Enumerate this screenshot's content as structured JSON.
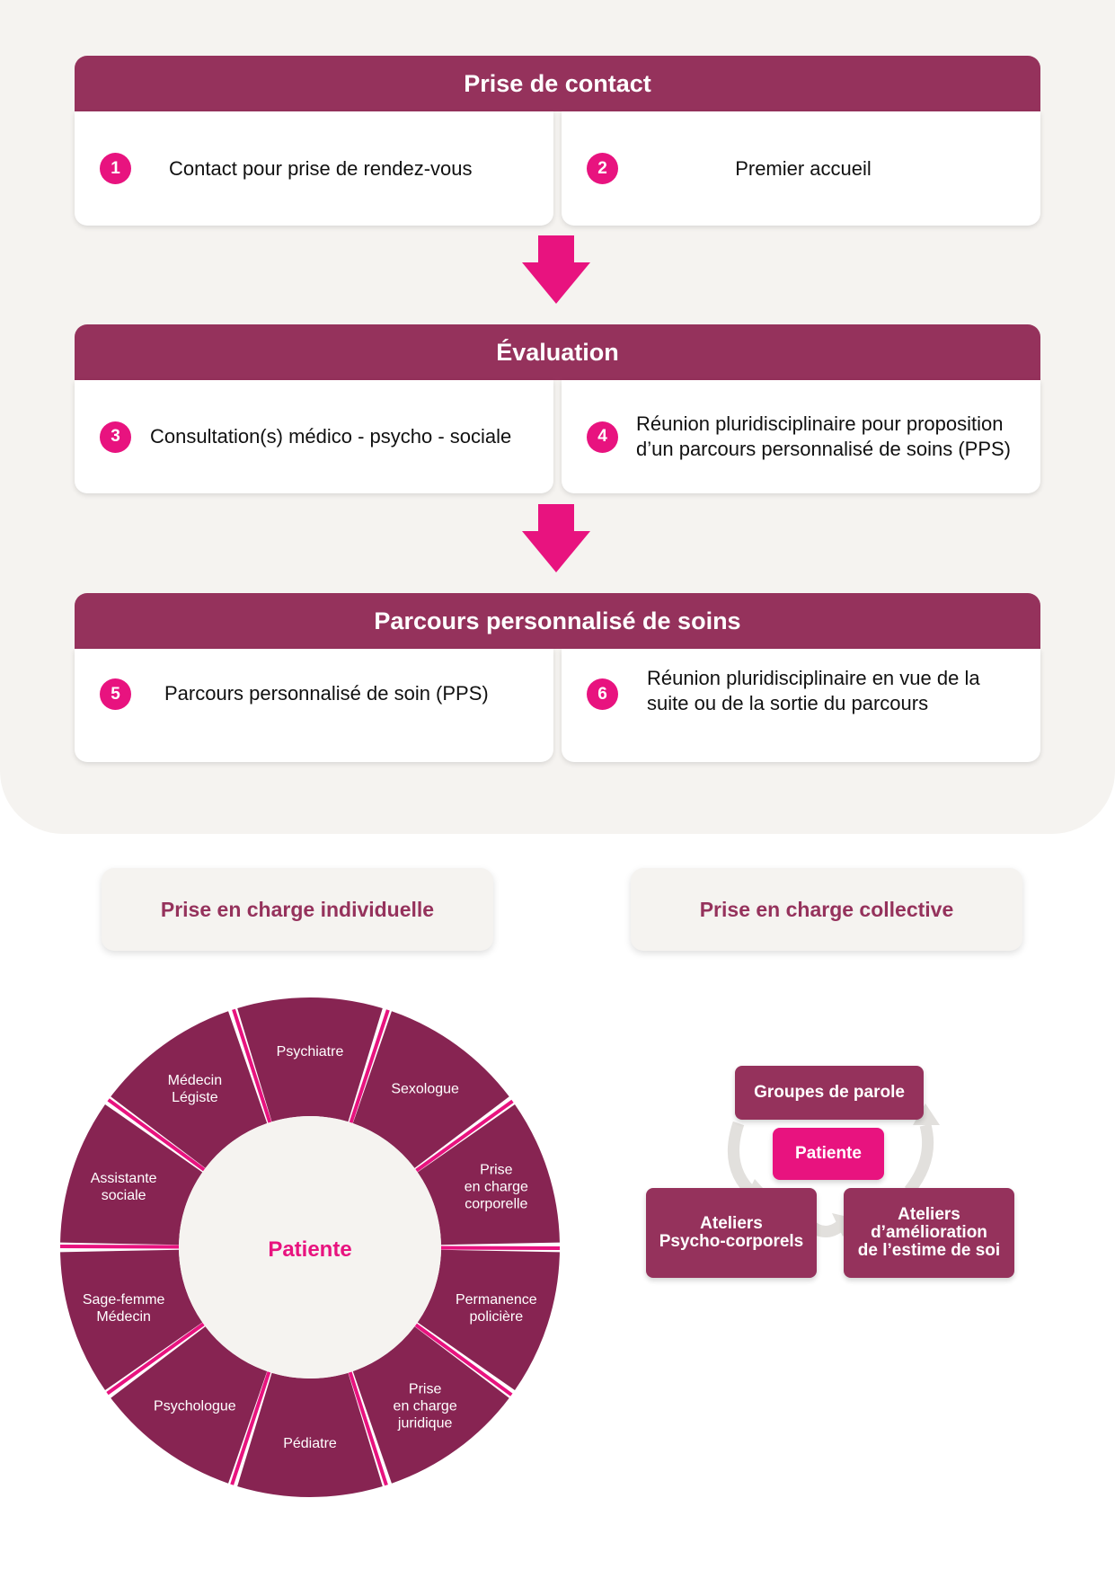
{
  "sections": [
    {
      "title": "Prise de contact",
      "steps": [
        {
          "num": "1",
          "text": "Contact pour prise de rendez-vous"
        },
        {
          "num": "2",
          "text": "Premier accueil"
        }
      ]
    },
    {
      "title": "Évaluation",
      "steps": [
        {
          "num": "3",
          "text": "Consultation(s) médico - psycho - sociale"
        },
        {
          "num": "4",
          "text": "Réunion pluridisciplinaire pour proposition d’un parcours personnalisé de soins (PPS)"
        }
      ]
    },
    {
      "title": "Parcours personnalisé de soins",
      "steps": [
        {
          "num": "5",
          "text": "Parcours personnalisé de soin (PPS)"
        },
        {
          "num": "6",
          "text": "Réunion pluridisciplinaire en vue de la suite ou de la sortie du parcours"
        }
      ]
    }
  ],
  "modes": {
    "individual": "Prise en charge individuelle",
    "collective": "Prise en charge collective"
  },
  "wheel": {
    "center": "Patiente",
    "segments": [
      [
        "Psychiatre"
      ],
      [
        "Sexologue"
      ],
      [
        "Prise",
        "en charge",
        "corporelle"
      ],
      [
        "Permanence",
        "policière"
      ],
      [
        "Prise",
        "en charge",
        "juridique"
      ],
      [
        "Pédiatre"
      ],
      [
        "Psychologue"
      ],
      [
        "Sage-femme",
        "Médecin"
      ],
      [
        "Assistante",
        "sociale"
      ],
      [
        "Médecin",
        "Légiste"
      ]
    ]
  },
  "groups": {
    "top": "Groupes de parole",
    "center": "Patiente",
    "left": [
      "Ateliers",
      "Psycho-corporels"
    ],
    "right": [
      "Ateliers",
      "d’amélioration",
      "de l’estime de soi"
    ]
  },
  "colors": {
    "primary": "#95325c",
    "wheel": "#872452",
    "accent": "#e8137f",
    "panel": "#f5f3f0"
  }
}
